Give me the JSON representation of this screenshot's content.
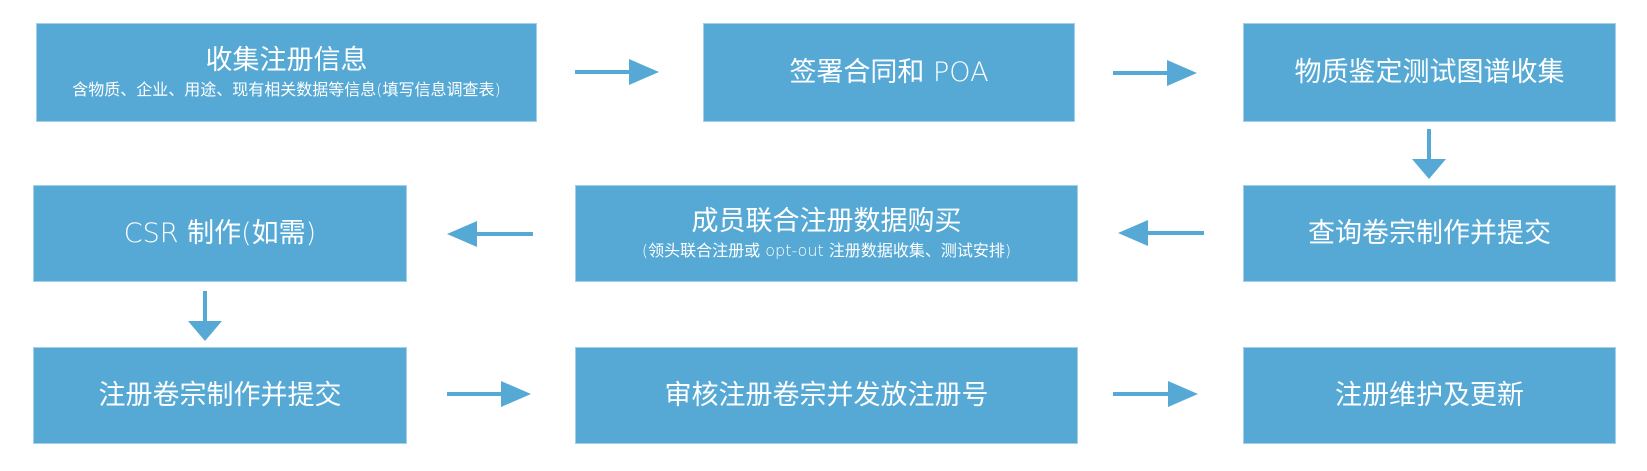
{
  "diagram": {
    "type": "flowchart",
    "box_fill_color": "#56A9D5",
    "arrow_color": "#56A9D5",
    "text_color": "#FFFFFF",
    "background_color": "#FFFFFF"
  },
  "flow": {
    "steps": [
      {
        "id": 1,
        "title": "收集注册信息",
        "subtitle": "含物质、企业、用途、现有相关数据等信息(填写信息调查表)"
      },
      {
        "id": 2,
        "title": "签署合同和 POA",
        "subtitle": ""
      },
      {
        "id": 3,
        "title": "物质鉴定测试图谱收集",
        "subtitle": ""
      },
      {
        "id": 4,
        "title": "查询卷宗制作并提交",
        "subtitle": ""
      },
      {
        "id": 5,
        "title": "成员联合注册数据购买",
        "subtitle": "(领头联合注册或 opt-out 注册数据收集、测试安排)"
      },
      {
        "id": 6,
        "title": "CSR 制作(如需)",
        "subtitle": ""
      },
      {
        "id": 7,
        "title": "注册卷宗制作并提交",
        "subtitle": ""
      },
      {
        "id": 8,
        "title": "审核注册卷宗并发放注册号",
        "subtitle": ""
      },
      {
        "id": 9,
        "title": "注册维护及更新",
        "subtitle": ""
      }
    ],
    "connections": [
      {
        "from": 1,
        "to": 2,
        "direction": "right"
      },
      {
        "from": 2,
        "to": 3,
        "direction": "right"
      },
      {
        "from": 3,
        "to": 4,
        "direction": "down"
      },
      {
        "from": 4,
        "to": 5,
        "direction": "left"
      },
      {
        "from": 5,
        "to": 6,
        "direction": "left"
      },
      {
        "from": 6,
        "to": 7,
        "direction": "down"
      },
      {
        "from": 7,
        "to": 8,
        "direction": "right"
      },
      {
        "from": 8,
        "to": 9,
        "direction": "right"
      }
    ]
  }
}
